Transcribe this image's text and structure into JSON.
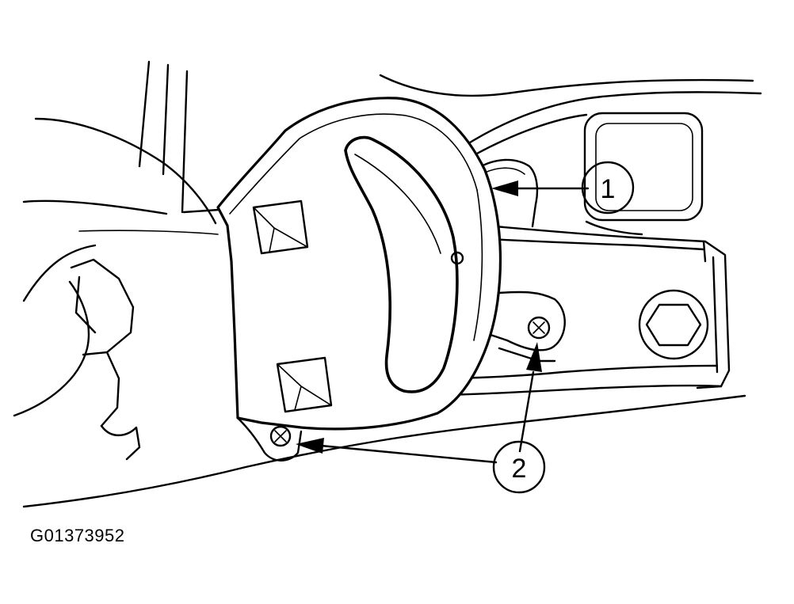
{
  "figure": {
    "id": "G01373952"
  },
  "callouts": [
    {
      "label": "1",
      "part": "trim-panel"
    },
    {
      "label": "2",
      "part": "screws"
    }
  ],
  "colors": {
    "line": "#000000",
    "background": "#ffffff"
  }
}
